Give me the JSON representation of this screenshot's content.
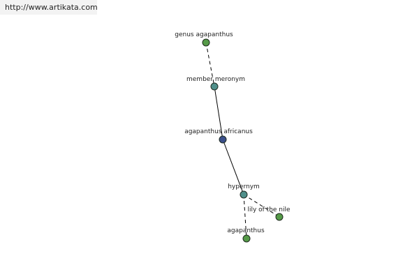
{
  "watermark": "http://www.artikata.com",
  "colors": {
    "center": "#3a4f8a",
    "relation": "#4f8f8a",
    "term": "#559a48",
    "stroke": "#1f2a1f",
    "edge": "#000000"
  },
  "nodes": [
    {
      "id": "genus",
      "label": "genus agapanthus",
      "kind": "term"
    },
    {
      "id": "meronym",
      "label": "member meronym",
      "kind": "relation"
    },
    {
      "id": "center",
      "label": "agapanthus africanus",
      "kind": "center"
    },
    {
      "id": "hypernym",
      "label": "hypernym",
      "kind": "relation"
    },
    {
      "id": "lily",
      "label": "lily of the nile",
      "kind": "term"
    },
    {
      "id": "agap",
      "label": "agapanthus",
      "kind": "term"
    }
  ],
  "edges": [
    {
      "from": "genus",
      "to": "meronym",
      "style": "dashed"
    },
    {
      "from": "meronym",
      "to": "center",
      "style": "solid"
    },
    {
      "from": "center",
      "to": "hypernym",
      "style": "solid"
    },
    {
      "from": "hypernym",
      "to": "lily",
      "style": "dashed"
    },
    {
      "from": "hypernym",
      "to": "agap",
      "style": "dashed"
    }
  ]
}
